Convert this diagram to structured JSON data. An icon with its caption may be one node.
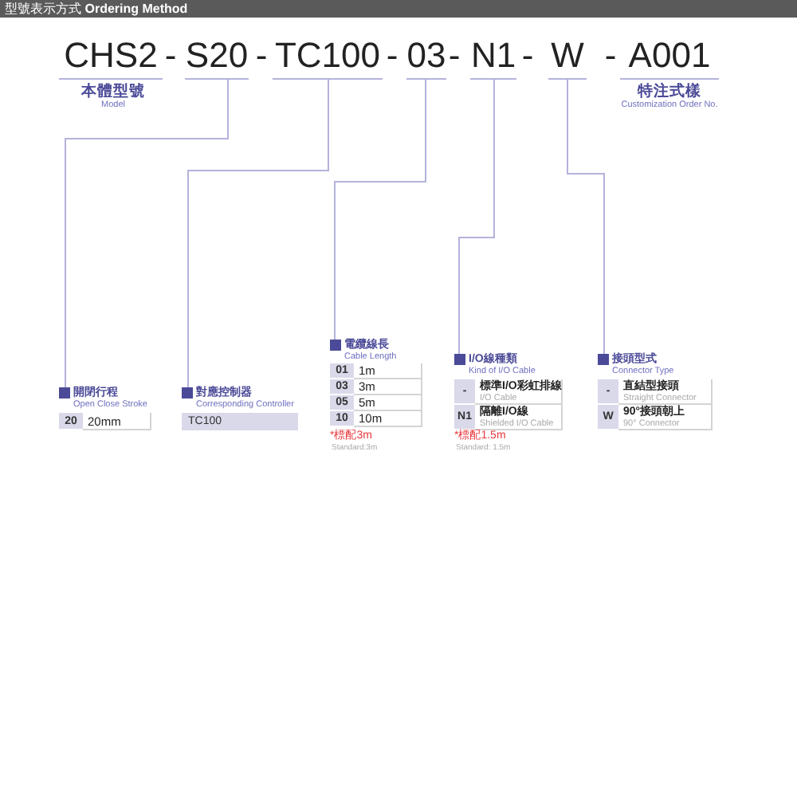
{
  "diagram": {
    "title": "型號表示方式 **Ordering Method**",
    "nodes": [
      {
        "text": [
          "CHS2"
        ],
        "beside": [
          "本體型號",
          "Model"
        ]
      },
      {
        "text": [
          "S20"
        ]
      },
      {
        "text": [
          "TC100"
        ]
      },
      {
        "text": [
          "03"
        ]
      },
      {
        "text": [
          "N1"
        ]
      },
      {
        "text": [
          "W"
        ]
      },
      {
        "text": [
          "A001"
        ],
        "beside": [
          "特注式樣",
          "Customization Order No."
        ]
      },
      {
        "text": [
          "開閉行程",
          "Open Close Stroke"
        ]
      },
      {
        "text": [
          "對應控制器",
          "Corresponding Controller"
        ]
      },
      {
        "text": [
          "電纜線長",
          "Cable Length"
        ]
      },
      {
        "text": [
          "I/O線種類",
          "Kind of I/O Cable"
        ]
      },
      {
        "text": [
          "接頭型式",
          "Connector Type"
        ]
      }
    ],
    "edges": [
      {
        "from": 1,
        "to": 7,
        "arrow": "none"
      },
      {
        "from": 2,
        "to": 8,
        "arrow": "none"
      },
      {
        "from": 3,
        "to": 9,
        "arrow": "none"
      },
      {
        "from": 4,
        "to": 10,
        "arrow": "none"
      },
      {
        "from": 5,
        "to": 11,
        "arrow": "none"
      }
    ],
    "labels": [
      "-",
      "-",
      "-",
      "-",
      "-",
      "-",
      "20",
      "20mm",
      "TC100",
      "01",
      "1m",
      "03",
      "3m",
      "05",
      "5m",
      "10",
      "10m",
      "*標配3m",
      "Standard:3m",
      "-",
      "標準I/O彩虹排線",
      "I/O Cable",
      "N1",
      "隔離I/O線",
      "Shielded I/O Cable",
      "*標配1.5m",
      "Standard: 1.5m",
      "-",
      "直結型接頭",
      "Straight Connector",
      "W",
      "90°接頭朝上",
      "90° Connector"
    ]
  }
}
